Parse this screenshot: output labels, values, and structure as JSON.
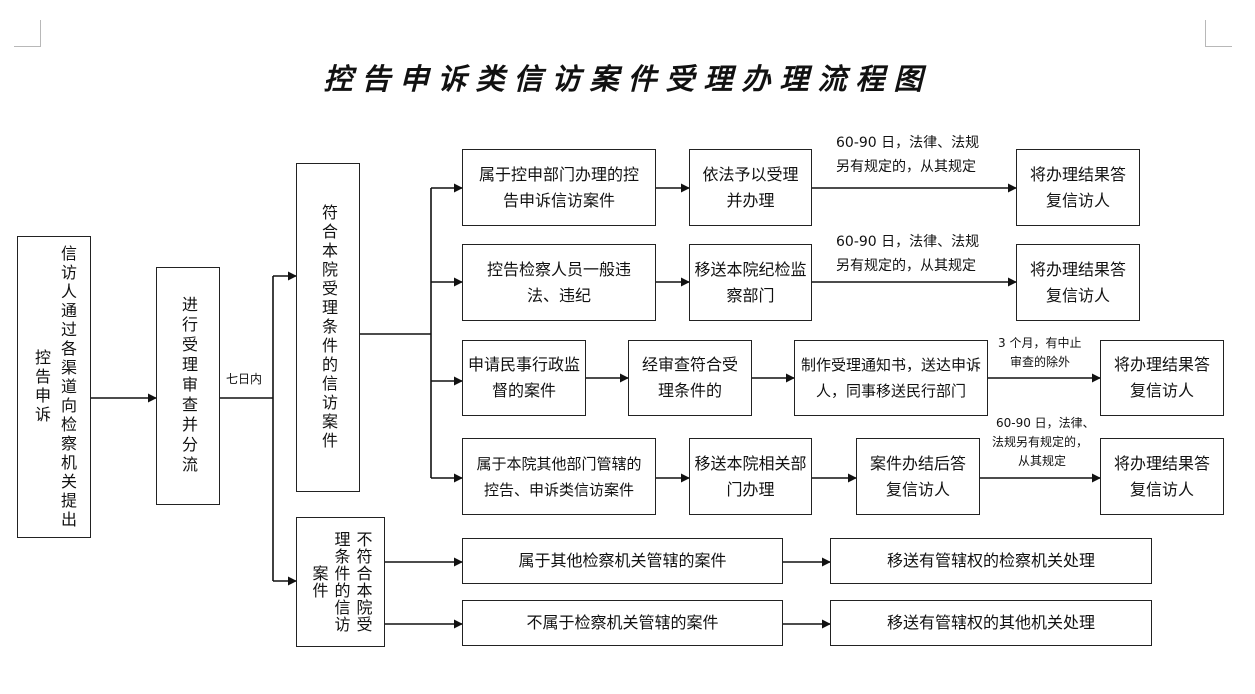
{
  "title": "控告申诉类信访案件受理办理流程图",
  "start": "信访人通过各渠道向检察机关提出控告申诉",
  "process": "进行受理审查并分流",
  "within_label": "七日内",
  "accept": "符合本院受理条件的信访案件",
  "reject": "不符合本院受理条件的信访案件",
  "rows": [
    {
      "a": "属于控申部门办理的控告申诉信访案件",
      "b": "依法予以受理并办理",
      "note": [
        "60-90 日，法律、法规",
        "另有规定的，从其规定"
      ],
      "result": "将办理结果答复信访人"
    },
    {
      "a": "控告检察人员一般违法、违纪",
      "b": "移送本院纪检监察部门",
      "note": [
        "60-90 日，法律、法规",
        "另有规定的，从其规定"
      ],
      "result": "将办理结果答复信访人"
    },
    {
      "a": "申请民事行政监督的案件",
      "b": "经审查符合受理条件的",
      "c": "制作受理通知书，送达申诉人，同事移送民行部门",
      "note": [
        "3 个月，有中止",
        "审查的除外"
      ],
      "result": "将办理结果答复信访人"
    },
    {
      "a": "属于本院其他部门管辖的控告、申诉类信访案件",
      "b": "移送本院相关部门办理",
      "c": "案件办结后答复信访人",
      "note": [
        "60-90 日，法律、",
        "法规另有规定的，",
        "从其规定"
      ],
      "result": "将办理结果答复信访人"
    }
  ],
  "reject_rows": [
    {
      "a": "属于其他检察机关管辖的案件",
      "result": "移送有管辖权的检察机关处理"
    },
    {
      "a": "不属于检察机关管辖的案件",
      "result": "移送有管辖权的其他机关处理"
    }
  ]
}
